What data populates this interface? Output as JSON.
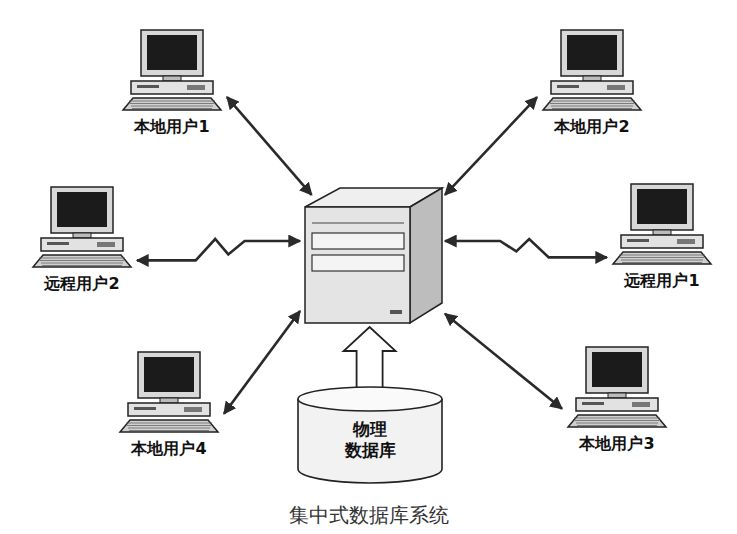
{
  "diagram": {
    "caption": "集中式数据库系统",
    "nodes": [
      {
        "text": [
          "本地用户1"
        ]
      },
      {
        "text": [
          "本地用户2"
        ]
      },
      {
        "text": [
          "远程用户2"
        ]
      },
      {
        "text": []
      },
      {
        "text": [
          "远程用户1"
        ]
      },
      {
        "text": [
          "本地用户4"
        ]
      },
      {
        "text": [
          "物理 数据库"
        ]
      },
      {
        "text": [
          "本地用户3"
        ]
      }
    ],
    "edges": [
      {
        "from": 0,
        "to": 3,
        "arrow": "both"
      },
      {
        "from": 1,
        "to": 3,
        "arrow": "both"
      },
      {
        "from": 2,
        "to": 3,
        "arrow": "both"
      },
      {
        "from": 4,
        "to": 3,
        "arrow": "both"
      },
      {
        "from": 5,
        "to": 3,
        "arrow": "both"
      },
      {
        "from": 7,
        "to": 3,
        "arrow": "both"
      },
      {
        "from": 6,
        "to": 3,
        "arrow": "to"
      }
    ]
  }
}
